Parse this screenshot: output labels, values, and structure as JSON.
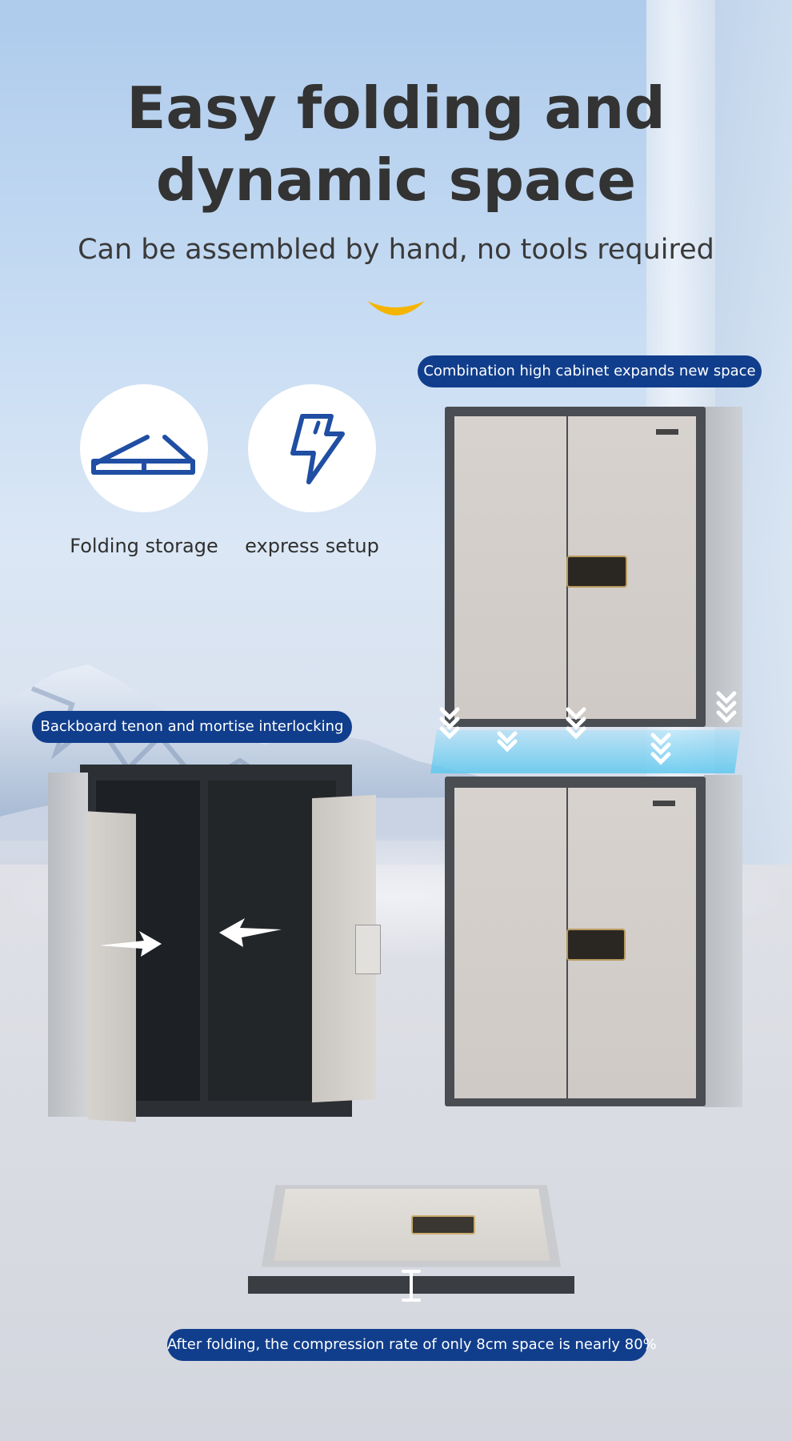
{
  "header": {
    "title_line1": "Easy folding and",
    "title_line2": "dynamic space",
    "subtitle": "Can be assembled by hand, no tools required"
  },
  "features": [
    {
      "icon": "folding-storage-icon",
      "label": "Folding storage"
    },
    {
      "icon": "lightning-icon",
      "label": "express setup"
    }
  ],
  "callouts": {
    "combination": "Combination high cabinet expands new space",
    "backboard": "Backboard tenon and mortise interlocking",
    "folding": "After folding, the compression rate of only 8cm space is nearly 80%"
  },
  "colors": {
    "pill_bg": "#113e8c",
    "icon_blue": "#1f4ea3",
    "accent_yellow": "#f5b400",
    "highlight_cyan": "#5ec8ee"
  }
}
